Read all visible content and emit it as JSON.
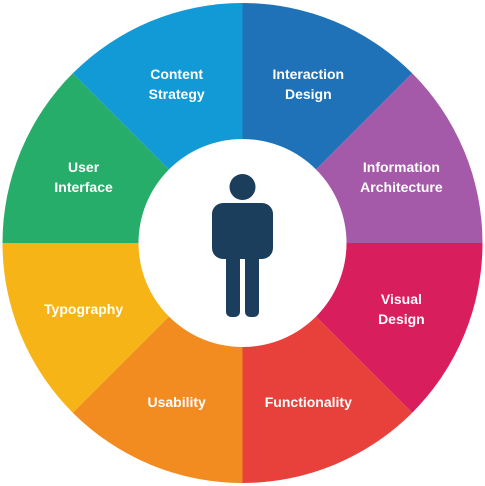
{
  "diagram": {
    "center_icon": "person-icon",
    "center_color": "#1c3e5d",
    "segments": [
      {
        "id": "interaction-design",
        "lines": [
          "Interaction",
          "Design"
        ],
        "color": "#1f72b8"
      },
      {
        "id": "information-architecture",
        "lines": [
          "Information",
          "Architecture"
        ],
        "color": "#a45aa8"
      },
      {
        "id": "visual-design",
        "lines": [
          "Visual",
          "Design"
        ],
        "color": "#d91e5d"
      },
      {
        "id": "functionality",
        "lines": [
          "Functionality"
        ],
        "color": "#e8403a"
      },
      {
        "id": "usability",
        "lines": [
          "Usability"
        ],
        "color": "#f28b20"
      },
      {
        "id": "typography",
        "lines": [
          "Typography"
        ],
        "color": "#f7b416"
      },
      {
        "id": "user-interface",
        "lines": [
          "User",
          "Interface"
        ],
        "color": "#27ad6a"
      },
      {
        "id": "content-strategy",
        "lines": [
          "Content",
          "Strategy"
        ],
        "color": "#129ad6"
      }
    ]
  }
}
